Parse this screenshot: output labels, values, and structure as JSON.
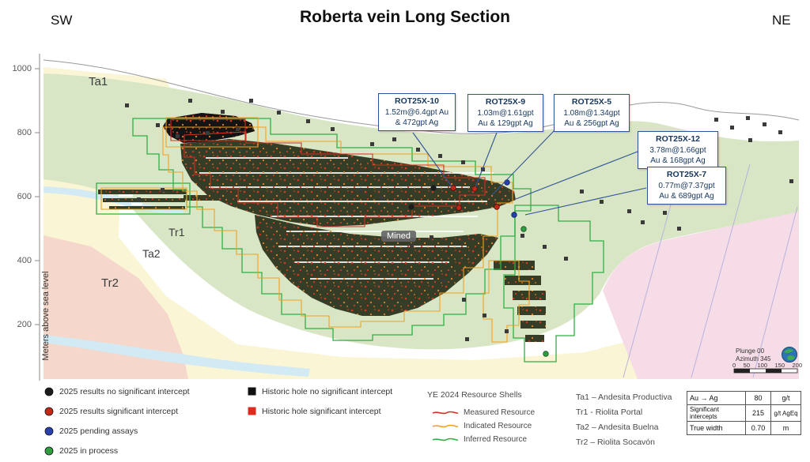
{
  "title": "Roberta vein Long Section",
  "corners": {
    "sw": "SW",
    "ne": "NE"
  },
  "axis": {
    "label": "Meters above sea level",
    "ticks": [
      "1000",
      "800",
      "600",
      "400",
      "200"
    ]
  },
  "zones": {
    "ta1": "Ta1",
    "tr1": "Tr1",
    "ta2": "Ta2",
    "tr2": "Tr2",
    "mined": "Mined"
  },
  "callouts": [
    {
      "id": "ROT25X-10",
      "line1": "1.52m@6.4gpt Au",
      "line2": "& 472gpt Ag"
    },
    {
      "id": "ROT25X-9",
      "line1": "1.03m@1.61gpt",
      "line2": "Au & 129gpt Ag"
    },
    {
      "id": "ROT25X-5",
      "line1": "1.08m@1.34gpt",
      "line2": "Au & 256gpt Ag"
    },
    {
      "id": "ROT25X-12",
      "line1": "3.78m@1.66gpt",
      "line2": "Au & 168gpt Ag"
    },
    {
      "id": "ROT25X-7",
      "line1": "0.77m@7.37gpt",
      "line2": "Au & 689gpt Ag"
    }
  ],
  "legend": {
    "markers_2025": [
      {
        "label": "2025 results no significant intercept"
      },
      {
        "label": "2025 results significant intercept"
      },
      {
        "label": "2025 pending assays"
      },
      {
        "label": "2025 in process"
      }
    ],
    "markers_historic": [
      {
        "label": "Historic hole no significant intercept"
      },
      {
        "label": "Historic hole significant intercept"
      }
    ],
    "shells": {
      "title": "YE 2024 Resource Shells",
      "items": [
        {
          "label": "Measured Resource"
        },
        {
          "label": "Indicated Resource"
        },
        {
          "label": "Inferred Resource"
        }
      ]
    },
    "lithology": [
      "Ta1 – Andesita Productiva",
      "Tr1 -  Riolita Portal",
      "Ta2 – Andesita Buelna",
      "Tr2 – Riolita Socavón"
    ]
  },
  "info_table": {
    "rows": [
      {
        "label": "Au → Ag",
        "value": "80",
        "unit": "g/t"
      },
      {
        "label": "Significant intercepts",
        "value": "215",
        "unit": "g/t AgEq"
      },
      {
        "label": "True width",
        "value": "0.70",
        "unit": "m"
      }
    ]
  },
  "orientation": {
    "plunge": "Plunge 00",
    "azimuth": "Azimuth 345",
    "scale_ticks": [
      "0",
      "50",
      "100",
      "150",
      "200"
    ]
  },
  "colors": {
    "ta1_green": "#d8e6c6",
    "tr1_cream": "#faf5d4",
    "tr2_pink": "#f5d7cb",
    "right_pink": "#f5dce6",
    "water_blue": "#d2eaf4",
    "vein_dark": "#363d26",
    "speckle_red": "#cf3b24",
    "speckle_orange": "#e0832f",
    "measured_red": "#d22f1f",
    "indicated_orange": "#f0a11f",
    "inferred_green": "#2fae45",
    "marker_black": "#1c1c1c",
    "marker_red": "#c62817",
    "marker_blue": "#2a3fae",
    "marker_green": "#2f9e41",
    "historic_gray": "#3a3a3a",
    "historic_black": "#111111",
    "historic_red": "#e02b20",
    "leader_blue": "#2f5496"
  }
}
